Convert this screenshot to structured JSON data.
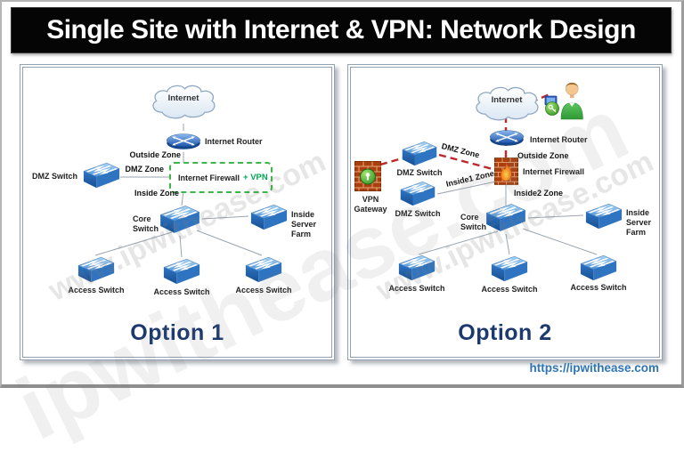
{
  "title": "Single Site with Internet & VPN: Network Design",
  "footer": {
    "url": "https://ipwithease.com"
  },
  "watermarks": {
    "large": "ipwithease.com",
    "small": "www.ipwithease.com"
  },
  "colors": {
    "vpn_green": "#00a651",
    "dashed_red": "#c0272d",
    "option_caption": "#1d3a6e",
    "url_blue": "#2e75b5",
    "switch_blue": "#2e74c0"
  },
  "icons": [
    "internet-cloud-icon",
    "internet-router-icon",
    "firewall-icon",
    "vpn-gateway-icon",
    "network-switch-icon",
    "remote-vpn-user-icon"
  ],
  "option1": {
    "caption": "Option 1",
    "cloud": "Internet",
    "router": "Internet Router",
    "firewall": "Internet Firewall",
    "firewall_vpn": "+ VPN",
    "zone_outside": "Outside Zone",
    "zone_dmz": "DMZ Zone",
    "zone_inside": "Inside Zone",
    "dmz_switch": "DMZ Switch",
    "core_switch": "Core Switch",
    "server_farm": "Inside Server Farm",
    "access_switch_1": "Access Switch",
    "access_switch_2": "Access Switch",
    "access_switch_3": "Access Switch"
  },
  "option2": {
    "caption": "Option 2",
    "cloud": "Internet",
    "router": "Internet Router",
    "firewall": "Internet Firewall",
    "vpn_gateway": "VPN Gateway",
    "zone_outside": "Outside Zone",
    "zone_dmz": "DMZ Zone",
    "zone_inside1": "Inside1 Zone",
    "zone_inside2": "Inside2 Zone",
    "dmz_switch_top": "DMZ Switch",
    "dmz_switch_bottom": "DMZ Switch",
    "core_switch": "Core Switch",
    "server_farm": "Inside Server Farm",
    "access_switch_1": "Access Switch",
    "access_switch_2": "Access Switch",
    "access_switch_3": "Access Switch"
  }
}
